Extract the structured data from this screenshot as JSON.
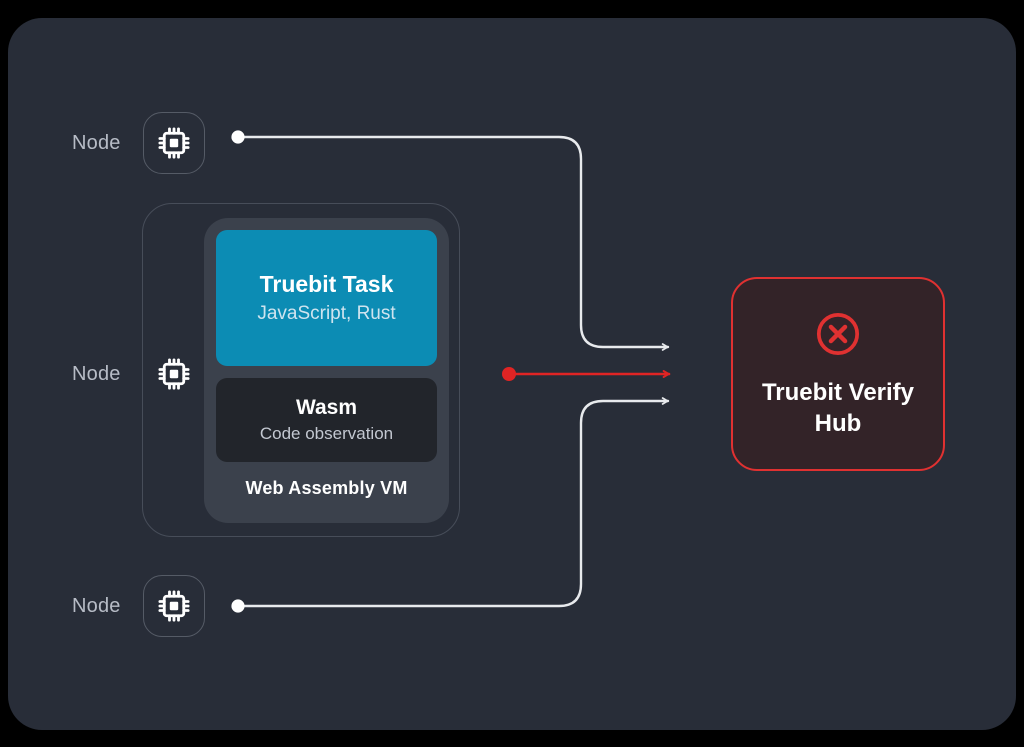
{
  "diagram": {
    "title": "Truebit node verification flow",
    "background_color": "#000000",
    "canvas_color": "#282d38"
  },
  "nodes": [
    {
      "label": "Node",
      "icon": "cpu-chip-icon",
      "boxed": true
    },
    {
      "label": "Node",
      "icon": "cpu-chip-icon",
      "boxed": false
    },
    {
      "label": "Node",
      "icon": "cpu-chip-icon",
      "boxed": true
    }
  ],
  "vm_group": {
    "caption": "Web Assembly VM",
    "task": {
      "title": "Truebit Task",
      "subtitle": "JavaScript, Rust",
      "color": "#0c8cb4"
    },
    "wasm": {
      "title": "Wasm",
      "subtitle": "Code observation",
      "color": "#22252b"
    }
  },
  "hub": {
    "title": "Truebit Verify\nHub",
    "icon": "circle-x-icon",
    "border_color": "#e03131",
    "fill_color": "#332328"
  },
  "connectors": [
    {
      "name": "top-node-to-hub",
      "color": "#e8eaed",
      "style": "curved",
      "arrow": true,
      "origin_dot": true
    },
    {
      "name": "vm-to-hub",
      "color": "#e02424",
      "style": "straight",
      "arrow": true,
      "origin_dot": true
    },
    {
      "name": "bottom-node-to-hub",
      "color": "#e8eaed",
      "style": "curved",
      "arrow": true,
      "origin_dot": true
    }
  ],
  "colors": {
    "accent_teal": "#0c8cb4",
    "accent_red": "#e02424",
    "wire_white": "#e8eaed",
    "label_grey": "#b7bcc6"
  }
}
